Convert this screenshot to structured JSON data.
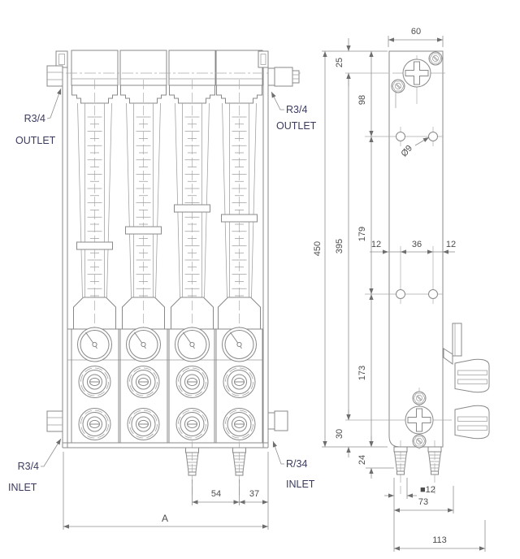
{
  "front_view": {
    "ports": {
      "top_left_thread": "R3/4",
      "top_left": "OUTLET",
      "top_right_thread": "R3/4",
      "top_right": "OUTLET",
      "bottom_left_thread": "R3/4",
      "bottom_left": "INLET",
      "bottom_right_thread": "R/34",
      "bottom_right": "INLET"
    },
    "dims": {
      "barb_pitch": "54",
      "barb_to_edge": "37",
      "overall_width": "A"
    }
  },
  "side_view": {
    "dims": {
      "top_width": "60",
      "top_plug_offset": "25",
      "top_hole_offset": "98",
      "hole_row_pitch": "179",
      "overall_height": "450",
      "plug_pitch": "395",
      "hole_edge_left": "12",
      "hole_pitch": "36",
      "hole_edge_right": "12",
      "hole_diameter": "Ø9",
      "bottom_hole_offset": "173",
      "bottom_plug_offset": "30",
      "barb_offset": "24",
      "square_section": "■12",
      "knob_offset": "73",
      "overall_depth": "113"
    }
  }
}
